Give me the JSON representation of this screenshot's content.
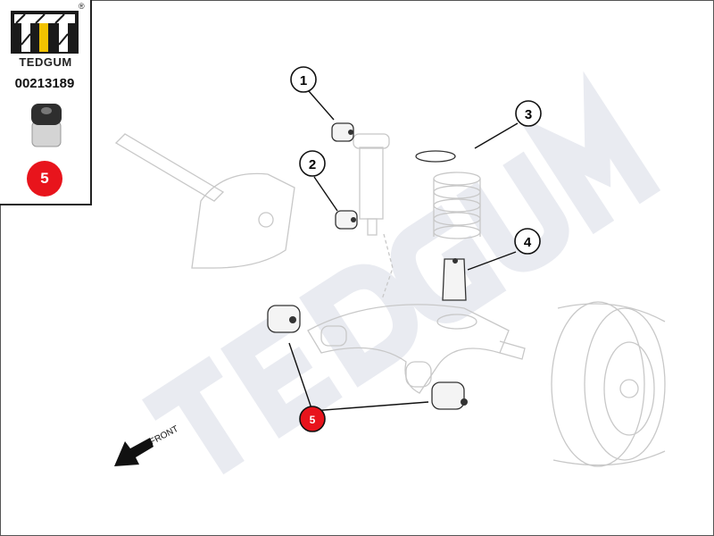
{
  "brand": {
    "name": "TEDGUM",
    "registered": "®",
    "logo_colors": {
      "bars": "#1a1a1a",
      "accent": "#f2c200"
    }
  },
  "part": {
    "number": "00213189",
    "position_badge": "5",
    "badge_color": "#e8141c"
  },
  "watermark": "TEDGUM",
  "diagram": {
    "callouts": [
      {
        "label": "1"
      },
      {
        "label": "2"
      },
      {
        "label": "3"
      },
      {
        "label": "4"
      },
      {
        "label": "5",
        "highlight": true
      }
    ],
    "direction_label": "FRONT"
  }
}
